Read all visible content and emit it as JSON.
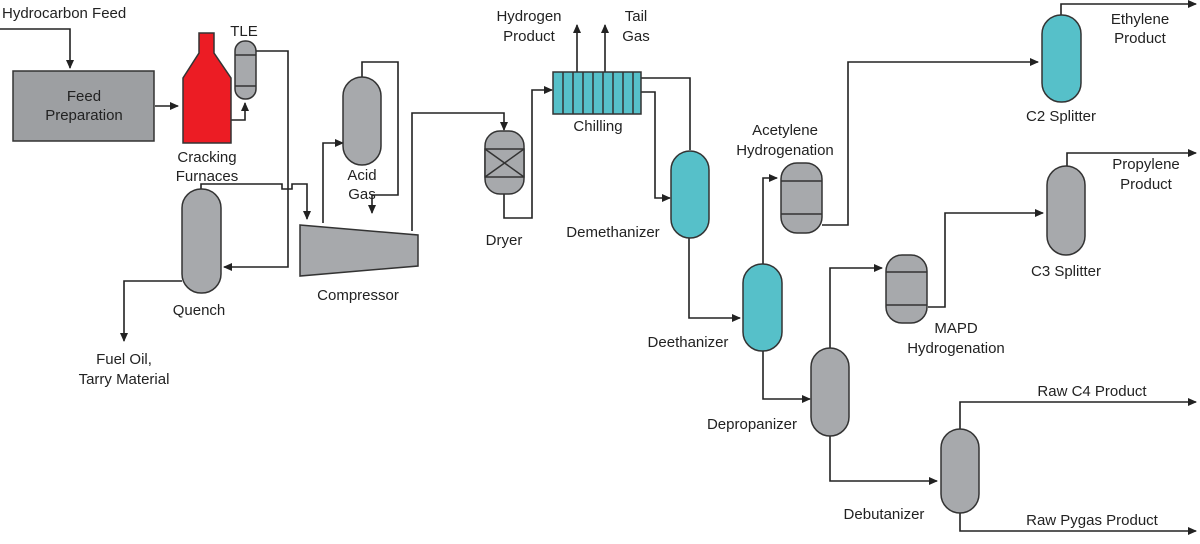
{
  "colors": {
    "line": "#222222",
    "gray_vessel": "#a7a9ac",
    "cyan_vessel": "#56c0c9",
    "furnace_red": "#ec1c24",
    "box_gray": "#9d9fa2"
  },
  "labels": {
    "hydrocarbon_feed": "Hydrocarbon Feed",
    "feed_prep_1": "Feed",
    "feed_prep_2": "Preparation",
    "tle": "TLE",
    "cracking_1": "Cracking",
    "cracking_2": "Furnaces",
    "quench": "Quench",
    "fuel_oil_1": "Fuel Oil,",
    "fuel_oil_2": "Tarry Material",
    "compressor": "Compressor",
    "acid_gas_1": "Acid",
    "acid_gas_2": "Gas",
    "dryer": "Dryer",
    "hydrogen_1": "Hydrogen",
    "hydrogen_2": "Product",
    "tail_gas_1": "Tail",
    "tail_gas_2": "Gas",
    "chilling": "Chilling",
    "demethanizer": "Demethanizer",
    "deethanizer": "Deethanizer",
    "acetylene_1": "Acetylene",
    "acetylene_2": "Hydrogenation",
    "ethylene_1": "Ethylene",
    "ethylene_2": "Product",
    "c2_splitter": "C2 Splitter",
    "propylene_1": "Propylene",
    "propylene_2": "Product",
    "c3_splitter": "C3 Splitter",
    "mapd_1": "MAPD",
    "mapd_2": "Hydrogenation",
    "depropanizer": "Depropanizer",
    "debutanizer": "Debutanizer",
    "raw_c4": "Raw C4 Product",
    "raw_pygas": "Raw Pygas Product"
  }
}
